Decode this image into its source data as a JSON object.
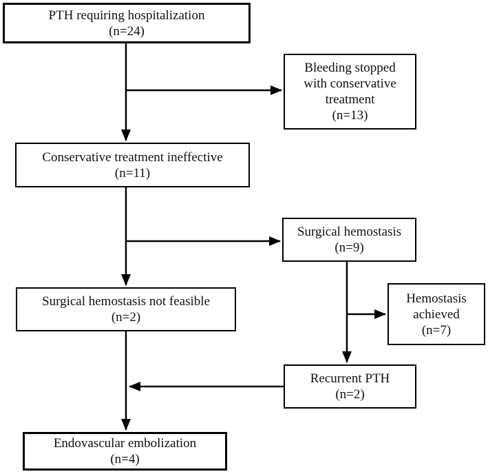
{
  "flowchart": {
    "colors": {
      "line": "#000000",
      "background": "#ffffff",
      "text": "#111111"
    },
    "boxes": [
      {
        "id": "pth-hospitalization",
        "text": "PTH requiring hospitalization",
        "n": "(n=24)"
      },
      {
        "id": "bleeding-stopped-conservative",
        "text": "Bleeding stopped\nwith conservative\ntreatment",
        "n": "(n=13)"
      },
      {
        "id": "conservative-ineffective",
        "text": "Conservative treatment ineffective",
        "n": "(n=11)"
      },
      {
        "id": "surgical-hemostasis",
        "text": "Surgical hemostasis",
        "n": "(n=9)"
      },
      {
        "id": "surgical-not-feasible",
        "text": "Surgical hemostasis not feasible",
        "n": "(n=2)"
      },
      {
        "id": "hemostasis-achieved",
        "text": "Hemostasis\nachieved",
        "n": "(n=7)"
      },
      {
        "id": "recurrent-pth",
        "text": "Recurrent PTH",
        "n": "(n=2)"
      },
      {
        "id": "endovascular-embolization",
        "text": "Endovascular embolization",
        "n": "(n=4)"
      }
    ],
    "edges": [
      {
        "from": "PTH requiring hospitalization",
        "to": "Conservative treatment ineffective"
      },
      {
        "from": "PTH requiring hospitalization",
        "to": "Bleeding stopped with conservative treatment"
      },
      {
        "from": "Conservative treatment ineffective",
        "to": "Surgical hemostasis not feasible"
      },
      {
        "from": "Conservative treatment ineffective",
        "to": "Surgical hemostasis"
      },
      {
        "from": "Surgical hemostasis",
        "to": "Recurrent PTH"
      },
      {
        "from": "Surgical hemostasis",
        "to": "Hemostasis achieved"
      },
      {
        "from": "Recurrent PTH",
        "to": "Endovascular embolization"
      },
      {
        "from": "Surgical hemostasis not feasible",
        "to": "Endovascular embolization"
      }
    ]
  }
}
